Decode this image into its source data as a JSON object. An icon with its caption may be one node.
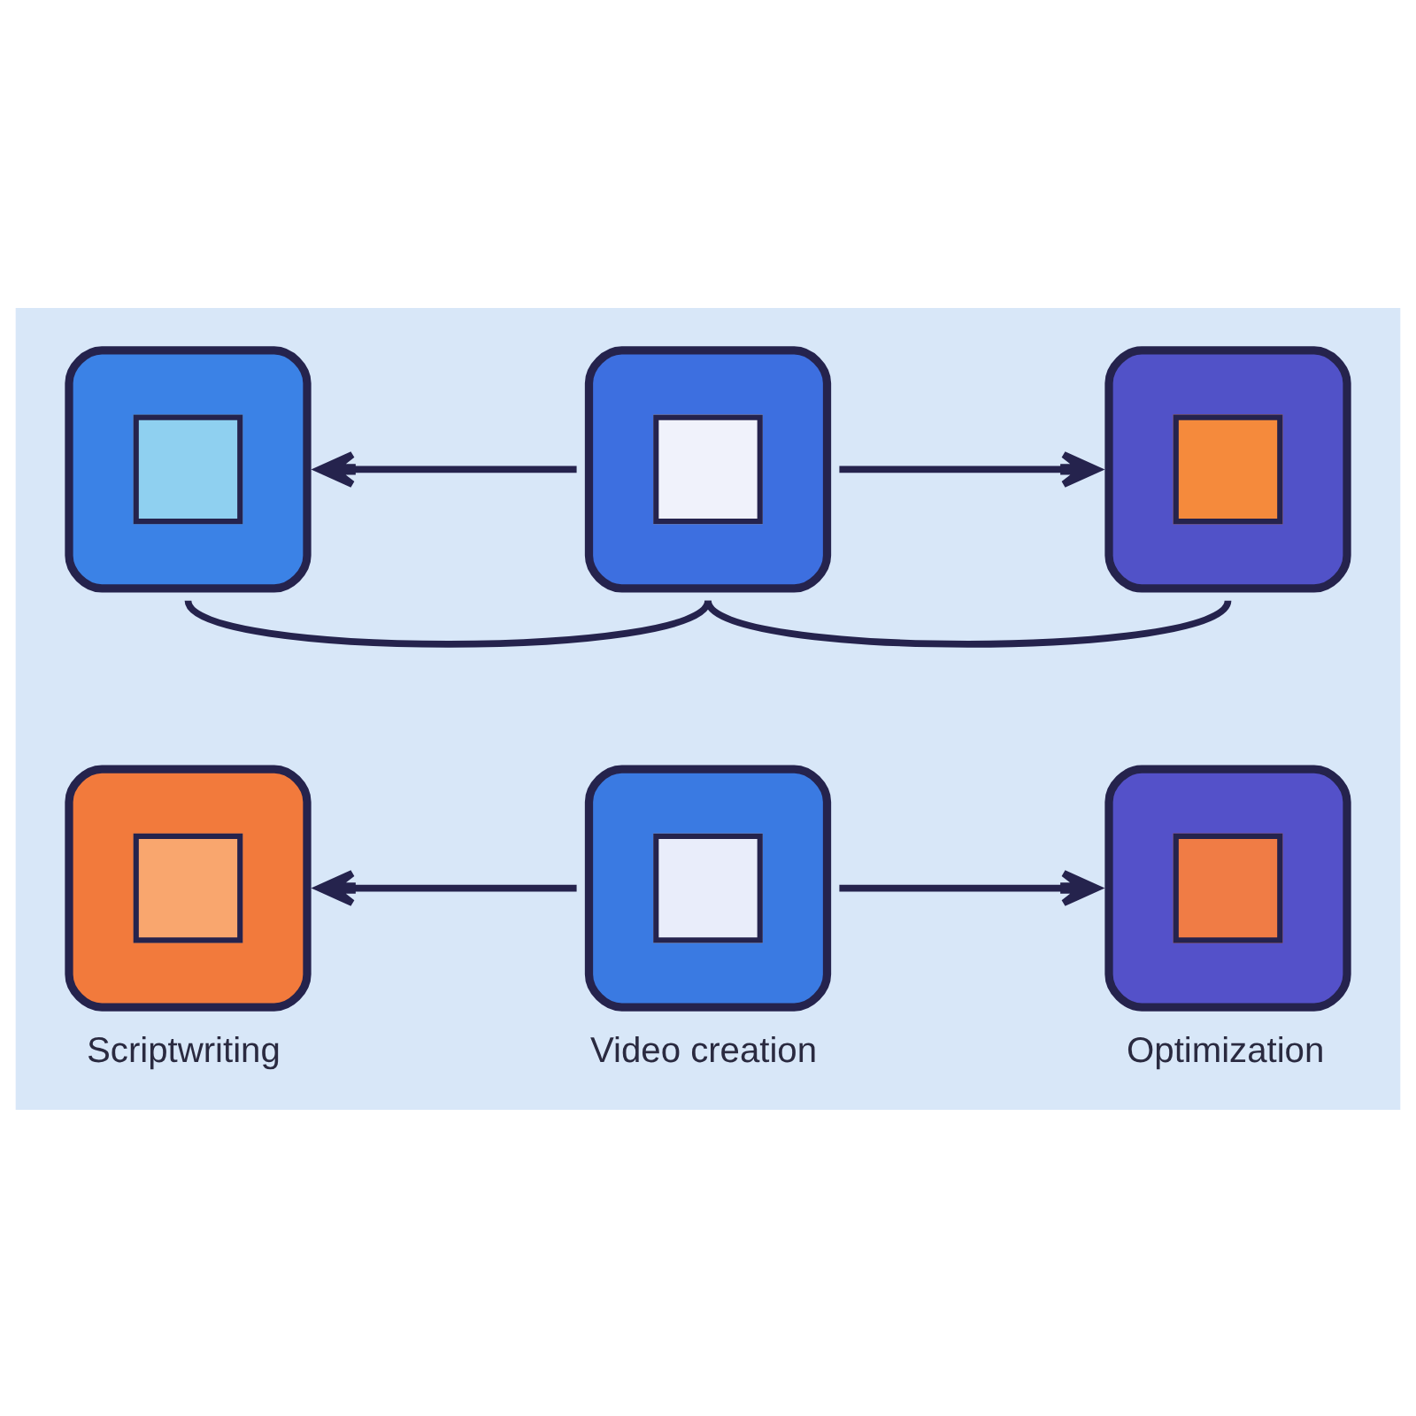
{
  "diagram": {
    "nodes": [
      {
        "text": [],
        "shape": "picture"
      },
      {
        "text": [],
        "shape": "picture"
      },
      {
        "text": [],
        "shape": "picture"
      },
      {
        "text": [
          "Scriptwriting"
        ]
      },
      {
        "text": [
          "Video creation"
        ]
      },
      {
        "text": [
          "Optimization"
        ]
      }
    ],
    "edges": [
      {
        "from": 1,
        "to": 0,
        "arrow": "to"
      },
      {
        "from": 1,
        "to": 2,
        "arrow": "to"
      },
      {
        "from": 1,
        "to": 0,
        "arrow": "none"
      },
      {
        "from": 1,
        "to": 2,
        "arrow": "none"
      },
      {
        "from": 4,
        "to": 3,
        "arrow": "to"
      },
      {
        "from": 4,
        "to": 5,
        "arrow": "to"
      }
    ]
  }
}
